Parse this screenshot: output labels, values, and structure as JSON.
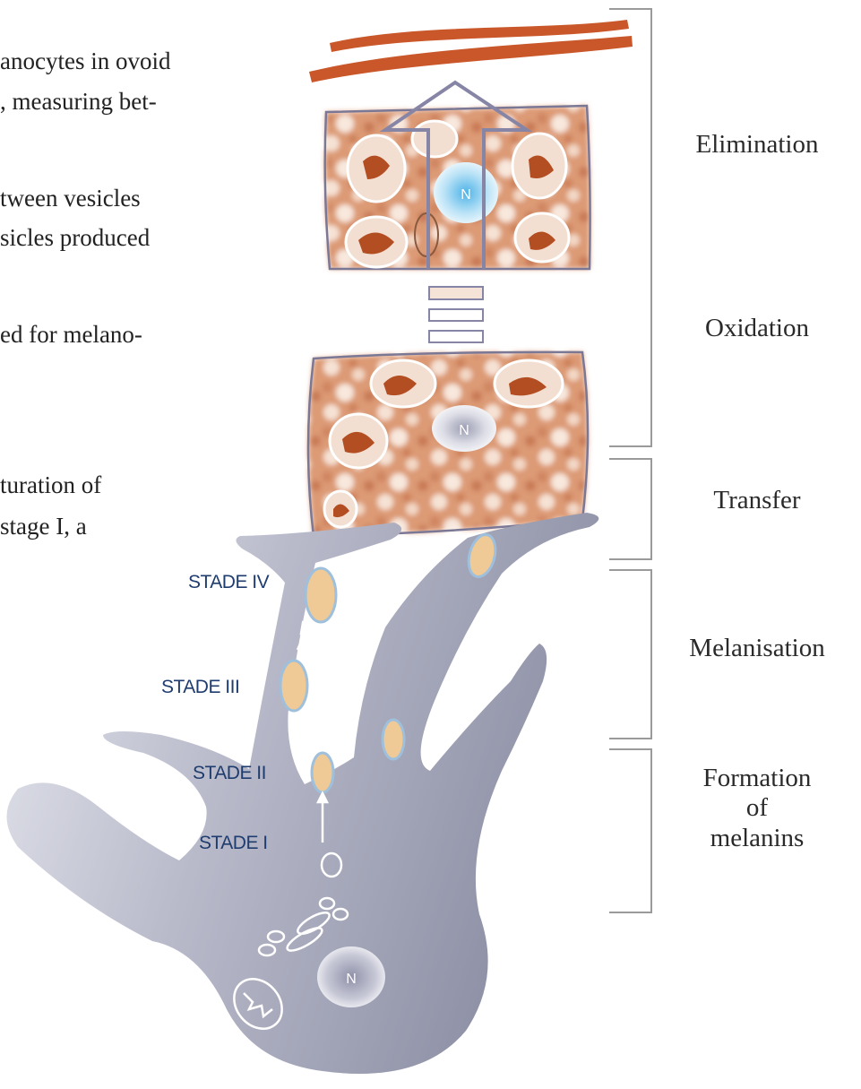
{
  "text_lines": [
    "anocytes  in  ovoid",
    ", measuring bet-",
    "tween vesicles",
    "sicles produced",
    "ed for melano-",
    "turation of",
    "stage I, a"
  ],
  "phases": [
    {
      "label": "Elimination"
    },
    {
      "label": "Oxidation"
    },
    {
      "label": "Transfer"
    },
    {
      "label": "Melanisation"
    },
    {
      "label": "Formation\nof\nmelanins"
    }
  ],
  "stages": [
    {
      "label": "STADE IV"
    },
    {
      "label": "STADE III"
    },
    {
      "label": "STADE II"
    },
    {
      "label": "STADE I"
    }
  ],
  "nucleus_label": "N",
  "colors": {
    "melanin": "#c9572a",
    "cell_gray": "#a9abbd",
    "stage_text": "#1f3c6e",
    "bracket": "#9a9a9a",
    "nucleus_blue": "#5bb8e8"
  }
}
